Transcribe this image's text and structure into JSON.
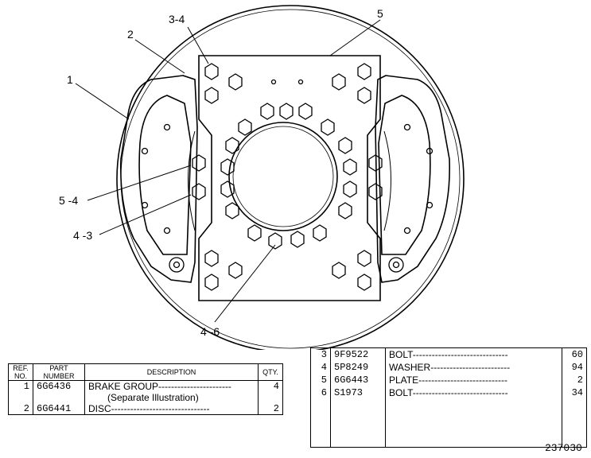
{
  "callouts": {
    "c1": "1",
    "c2": "2",
    "c34": "3-4",
    "c5": "5",
    "c54": "5 -4",
    "c43": "4 -3",
    "c46": "4 -6"
  },
  "left_table": {
    "headers": {
      "ref": "REF. NO.",
      "part": "PART NUMBER",
      "desc": "DESCRIPTION",
      "qty": "QTY."
    },
    "rows": [
      {
        "ref": "1",
        "part": "6G6436",
        "desc": "BRAKE GROUP-----------------------",
        "qty": "4"
      },
      {
        "ref": "",
        "part": "",
        "desc": "(Separate Illustration)",
        "qty": ""
      },
      {
        "ref": "2",
        "part": "6G6441",
        "desc": "DISC-------------------------------",
        "qty": "2"
      }
    ]
  },
  "right_table": {
    "rows": [
      {
        "ref": "3",
        "part": "9F9522",
        "desc": "BOLT------------------------------",
        "qty": "60"
      },
      {
        "ref": "4",
        "part": "5P8249",
        "desc": "WASHER-------------------------",
        "qty": "94"
      },
      {
        "ref": "5",
        "part": "6G6443",
        "desc": "PLATE----------------------------",
        "qty": "2"
      },
      {
        "ref": "6",
        "part": "S1973",
        "desc": "BOLT------------------------------",
        "qty": "34"
      },
      {
        "ref": "",
        "part": "",
        "desc": "",
        "qty": ""
      }
    ]
  },
  "figure_number": "237030"
}
